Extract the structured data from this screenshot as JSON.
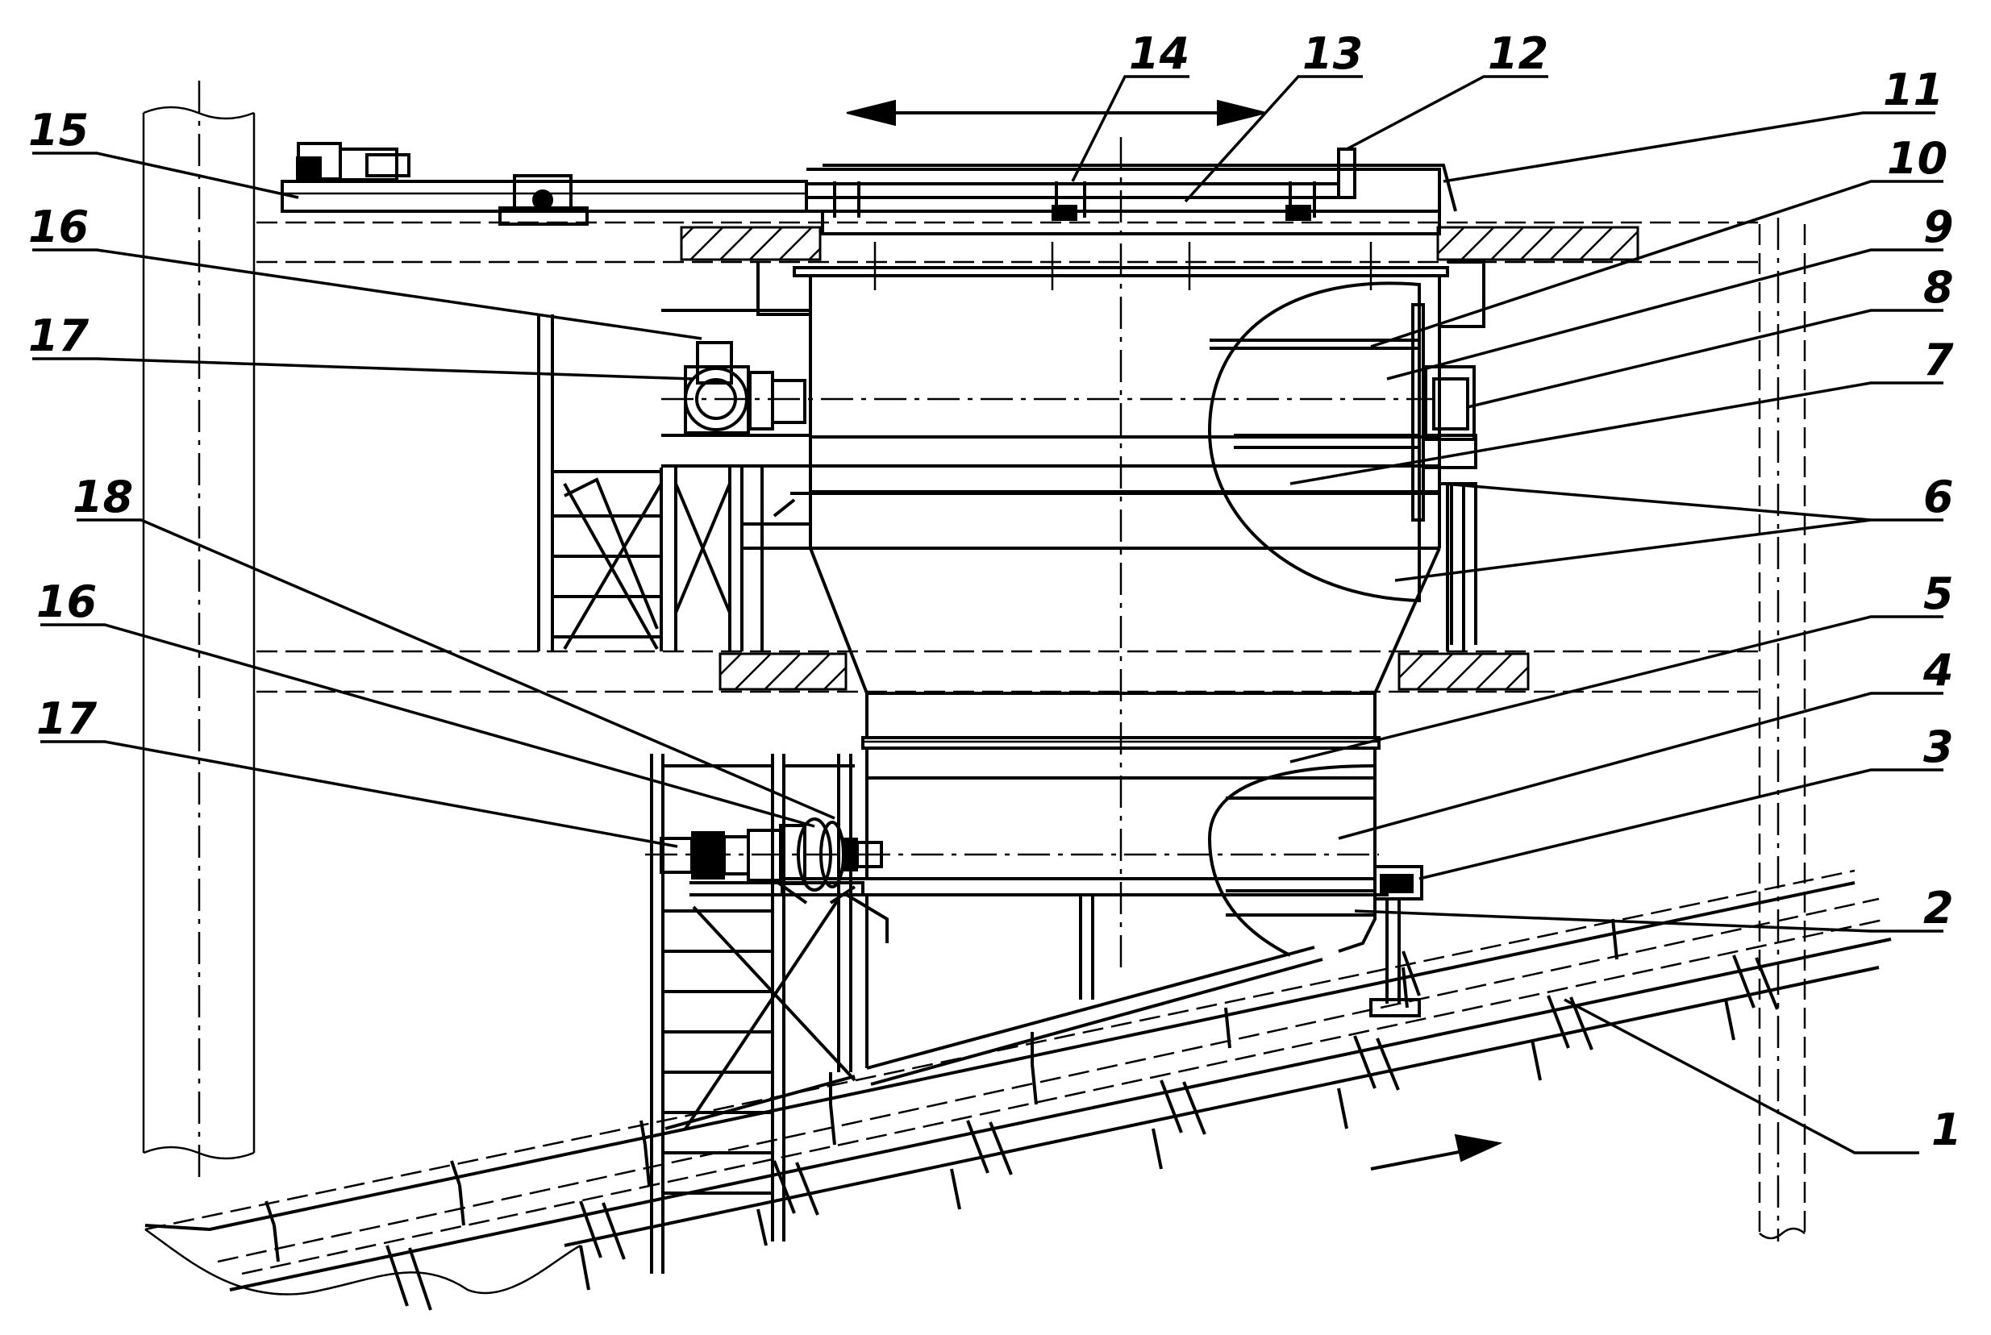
{
  "labels": {
    "p1": "1",
    "p2": "2",
    "p3": "3",
    "p4": "4",
    "p5": "5",
    "p6": "6",
    "p7": "7",
    "p8": "8",
    "p9": "9",
    "p10": "10",
    "p11": "11",
    "p12": "12",
    "p13": "13",
    "p14": "14",
    "p15": "15",
    "p16a": "16",
    "p17a": "17",
    "p18": "18",
    "p16b": "16",
    "p17b": "17"
  }
}
